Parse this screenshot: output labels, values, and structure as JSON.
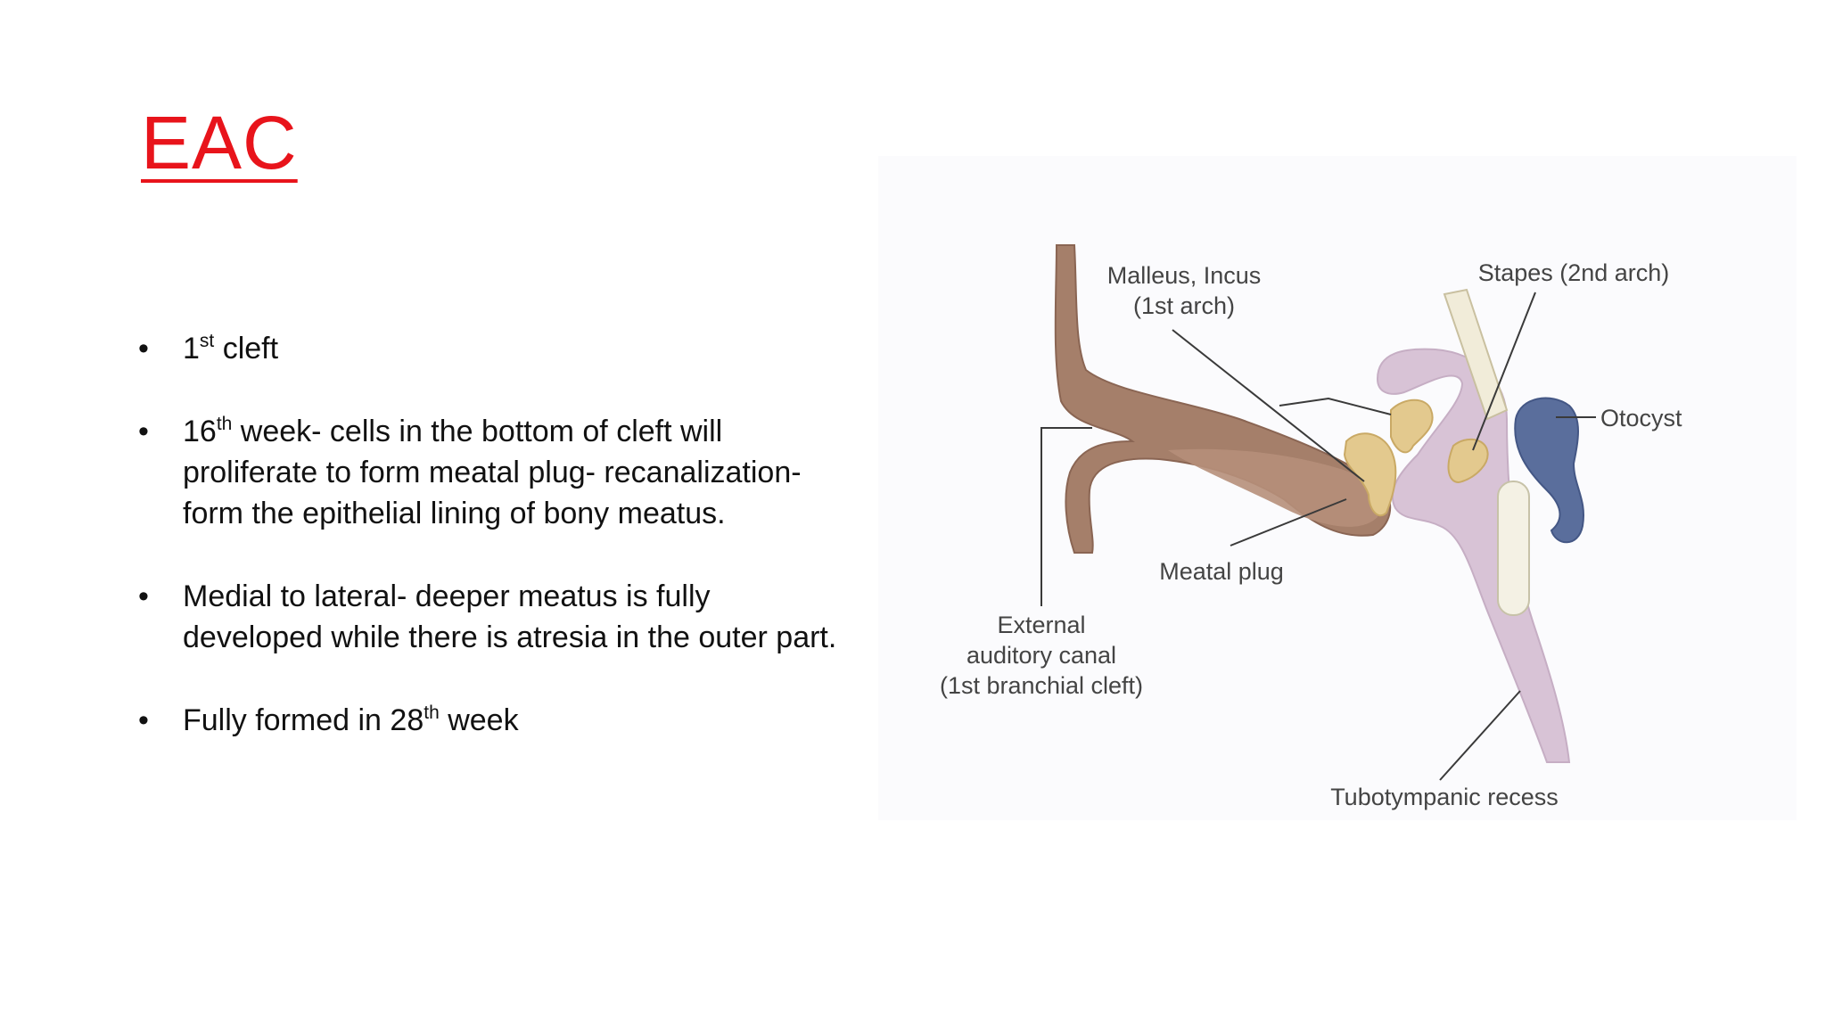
{
  "slide": {
    "title": "EAC",
    "title_color": "#e8141b",
    "bullets": [
      {
        "pre": "1",
        "sup": "st",
        "post": " cleft"
      },
      {
        "pre": "16",
        "sup": "th",
        "post": " week- cells in the bottom of cleft will proliferate to form meatal plug- recanalization- form the epithelial lining of bony meatus."
      },
      {
        "pre": "",
        "sup": "",
        "post": "Medial to lateral- deeper meatus is fully developed while there is atresia in the outer part."
      },
      {
        "pre": "Fully formed in 28",
        "sup": "th",
        "post": " week"
      }
    ]
  },
  "diagram": {
    "labels": {
      "malleus_line1": "Malleus, Incus",
      "malleus_line2": "(1st arch)",
      "stapes": "Stapes (2nd arch)",
      "otocyst": "Otocyst",
      "meatal_plug": "Meatal plug",
      "eac_line1": "External",
      "eac_line2": "auditory canal",
      "eac_line3": "(1st branchial cleft)",
      "tubotympanic": "Tubotympanic recess"
    },
    "colors": {
      "canal": "#a57f6a",
      "ossicle": "#e3c98e",
      "recess": "#d8c3d6",
      "otocyst": "#5a6e9c"
    }
  }
}
